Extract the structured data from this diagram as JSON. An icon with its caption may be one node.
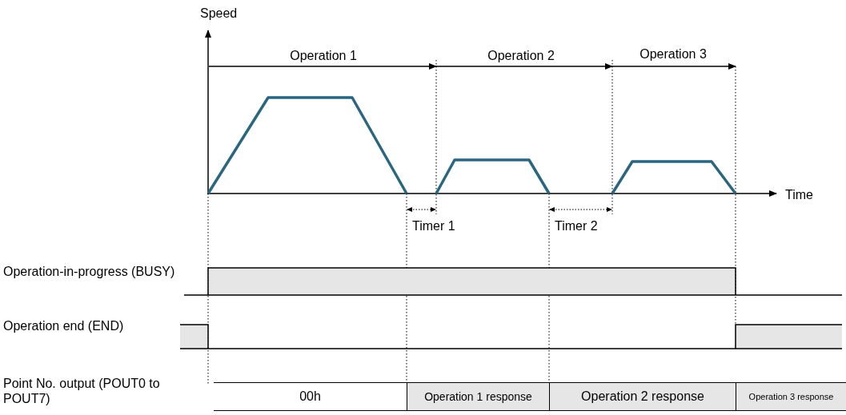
{
  "diagram": {
    "labels": [
      "Speed",
      "Operation 1",
      "Operation 2",
      "Operation 3",
      "Time",
      "Timer 1",
      "Timer 2",
      "Operation-in-progress (BUSY)",
      "Operation end  (END)",
      "Point No. output (POUT0 to POUT7)",
      "00h",
      "Operation 1 response",
      "Operation 2 response",
      "Operation 3 response"
    ]
  }
}
